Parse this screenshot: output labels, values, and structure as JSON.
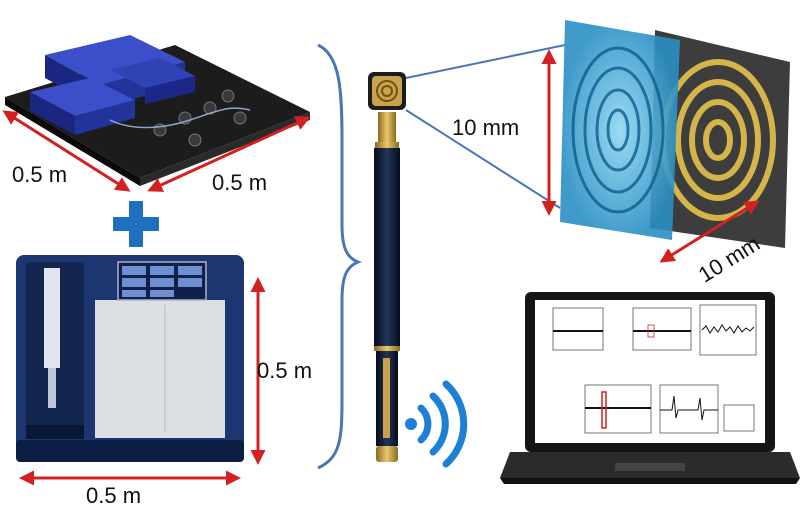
{
  "labels": {
    "optics_width": "0.5 m",
    "optics_depth": "0.5 m",
    "instrument_height": "0.5 m",
    "instrument_width": "0.5 m",
    "sensor_height": "10 mm",
    "sensor_width": "10 mm"
  },
  "colors": {
    "dimension_arrow": "#d32020",
    "plus_sign": "#1f6fbf",
    "brace": "#4a76b8",
    "connector_line": "#4a76b8",
    "wireless_signal": "#1e7fd6",
    "laser_box": "#22339a",
    "sensor_blue": "#2fa6d8",
    "sensor_gold": "#c9a53a",
    "pen_body": "#0d1a33",
    "pen_gold": "#c9a24b"
  }
}
